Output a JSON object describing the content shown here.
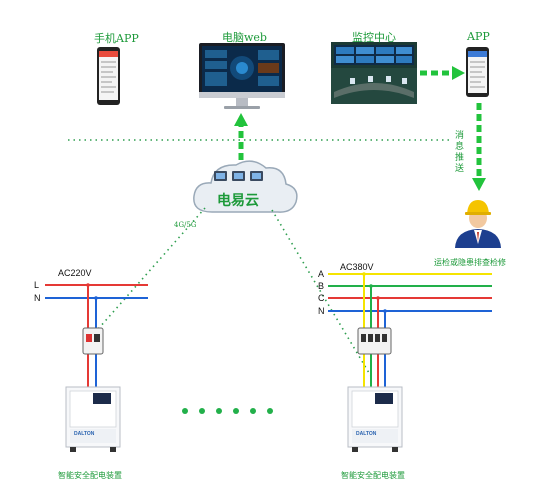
{
  "top": {
    "mobile_app_label": "手机APP",
    "pc_web_label": "电脑web",
    "monitor_center_label": "监控中心",
    "app_label": "APP"
  },
  "cloud": {
    "name": "电易云",
    "link_label": "4G/5G"
  },
  "push": {
    "label": "消息推送",
    "chars": [
      "消",
      "息",
      "推",
      "送"
    ]
  },
  "maintenance": {
    "label": "运检或隐患排查检修"
  },
  "left_device": {
    "voltage": "AC220V",
    "lines": [
      "L",
      "N"
    ],
    "name": "智能安全配电装置",
    "brand": "DALTON"
  },
  "right_device": {
    "voltage": "AC380V",
    "lines": [
      "A",
      "B",
      "C",
      "N"
    ],
    "name": "智能安全配电装置",
    "brand": "DALTON"
  },
  "colors": {
    "green_text": "#1d9a3a",
    "arrow_green": "#22c33c",
    "dotted_green": "#2e9e4f",
    "wire_red": "#e53935",
    "wire_blue": "#1e63d6",
    "wire_yellow": "#f5e400",
    "wire_green": "#22b04a"
  }
}
